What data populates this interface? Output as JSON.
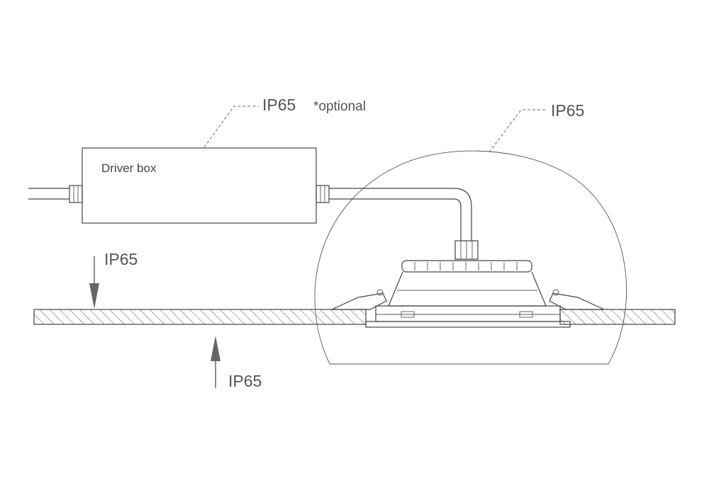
{
  "labels": {
    "driver_rating": "IP65",
    "driver_optional": "*optional",
    "driver_box": "Driver box",
    "fixture_rating": "IP65",
    "top_surface_rating": "IP65",
    "bottom_surface_rating": "IP65"
  }
}
